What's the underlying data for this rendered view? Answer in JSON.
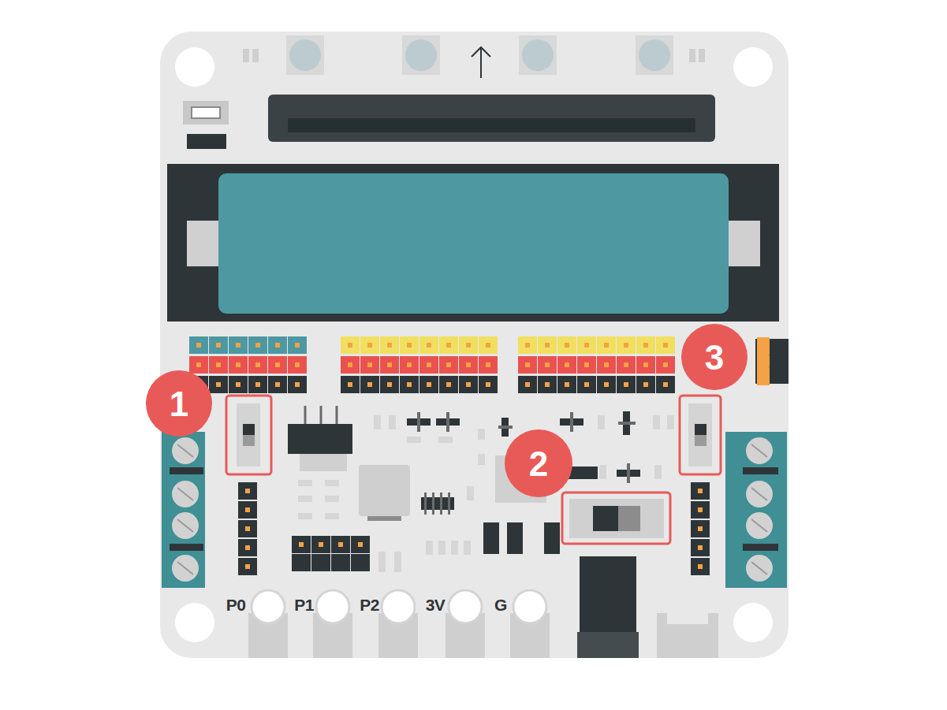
{
  "diagram": {
    "labels": [
      "1",
      "2",
      "3",
      "P0",
      "P1",
      "P2",
      "3V",
      "G"
    ]
  }
}
